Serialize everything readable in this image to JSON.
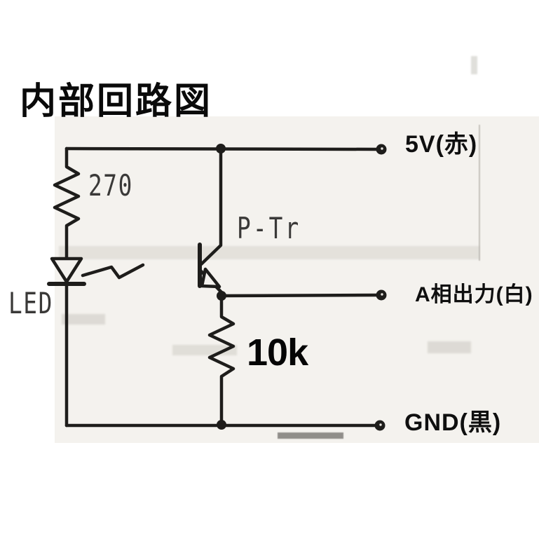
{
  "page": {
    "title": "内部回路図"
  },
  "theme": {
    "paper": "#ffffff",
    "scan_area": "#f4f2ee",
    "wire": "#1e1d1b",
    "terminal_label_color": "#0f0f0f",
    "component_label_color": "#3a3938",
    "added_label_color": "#050505"
  },
  "terminals": [
    {
      "name": "5v",
      "label": "5V(赤)"
    },
    {
      "name": "a-phase-output",
      "label": "A相出力(白)"
    },
    {
      "name": "gnd",
      "label": "GND(黒)"
    }
  ],
  "components": [
    {
      "name": "current-limit-resistor",
      "type": "resistor",
      "label": "270"
    },
    {
      "name": "led",
      "type": "led",
      "label": "LED"
    },
    {
      "name": "phototransistor",
      "type": "phototransistor",
      "label": "P-Tr"
    },
    {
      "name": "pulldown-resistor",
      "type": "resistor",
      "label": "10k"
    }
  ]
}
